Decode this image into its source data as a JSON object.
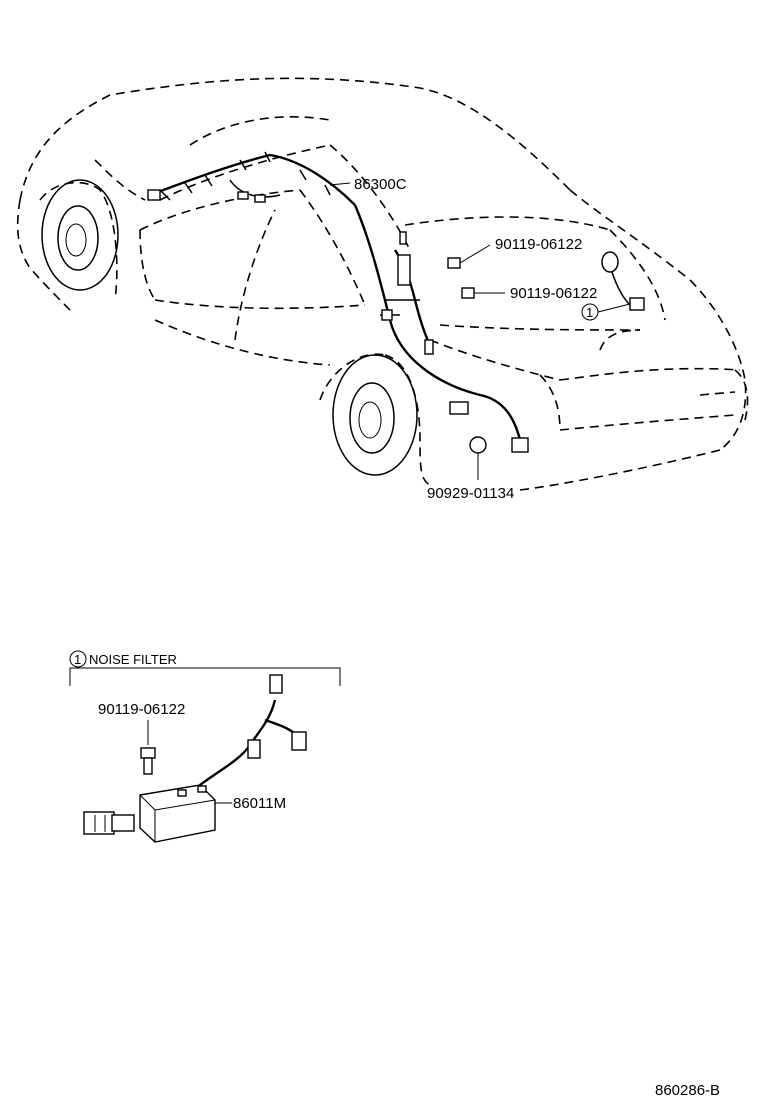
{
  "callouts": {
    "harness": "86300C",
    "bolt_upper": "90119-06122",
    "bolt_lower": "90119-06122",
    "clamp": "90929-01134",
    "filter": "86011M",
    "inset_bolt": "90119-06122"
  },
  "markers": {
    "ref_1": "1"
  },
  "inset": {
    "marker": "1",
    "title": "NOISE FILTER"
  },
  "figure_id": "860286-B"
}
